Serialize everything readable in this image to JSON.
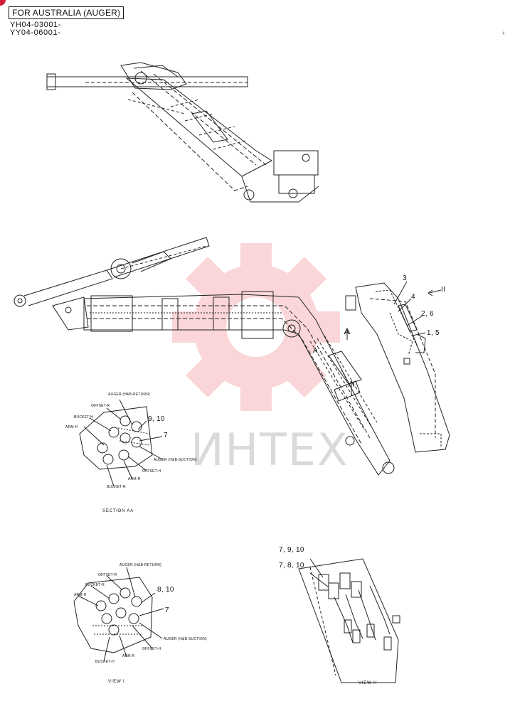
{
  "header": {
    "box_title": "FOR AUSTRALIA (AUGER)",
    "serial_1": "YH04-03001-",
    "serial_2": "YY04-06001-"
  },
  "watermark": {
    "text": "ИНТЕХ",
    "color": "#e8383f"
  },
  "callouts": {
    "main": [
      "3",
      "4",
      "2, 6",
      "1, 5",
      "A",
      "A",
      "II"
    ],
    "section_aa": [
      "9, 10",
      "7"
    ],
    "view_1": [
      "8, 10",
      "7"
    ],
    "view_2": [
      "7, 9, 10",
      "7, 8, 10"
    ]
  },
  "section_aa": {
    "caption": "SECTION AA",
    "labels": {
      "auger_return": "AUGER (H&B-RETURN)",
      "offset_r": "OFFSET-R",
      "bucket_h": "BUCKET-H",
      "arm_h": "ARM-H",
      "auger_suction": "AUGER (H&B-SUCTION)",
      "offset_h": "OFFSET-H",
      "arm_r": "ARM-R",
      "bucket_r": "BUCKET-R"
    }
  },
  "view_1": {
    "caption": "VIEW I",
    "labels": {
      "auger_return": "AUGER (H&B-RETURN)",
      "offset_r": "OFFSET-R",
      "bucket_r": "BUCKET-R",
      "arm_h": "ARM-H",
      "auger_suction": "AUGER (H&B-SUCTION)",
      "offset_h": "OFFSET-H",
      "arm_r": "ARM-R",
      "bucket_h": "BUCKET-H"
    }
  },
  "view_2": {
    "caption": "VIEW II"
  }
}
